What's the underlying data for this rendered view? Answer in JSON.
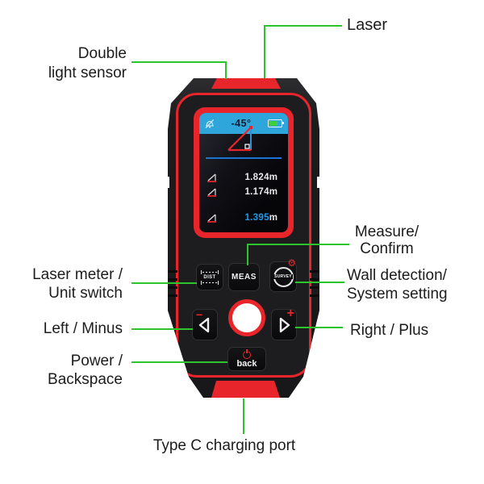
{
  "callouts": {
    "laser": {
      "label": "Laser"
    },
    "double_light_sensor": {
      "line1": "Double",
      "line2": "light sensor"
    },
    "laser_meter": {
      "line1": "Laser meter /",
      "line2": "Unit switch"
    },
    "left_minus": {
      "label": "Left / Minus"
    },
    "power_backspace": {
      "line1": "Power /",
      "line2": "Backspace"
    },
    "measure_confirm": {
      "line1": "Measure/",
      "line2": "Confirm"
    },
    "wall_detection": {
      "line1": "Wall detection/",
      "line2": "System setting"
    },
    "right_plus": {
      "label": "Right / Plus"
    },
    "type_c": {
      "label": "Type C charging port"
    }
  },
  "screen": {
    "angle": "-45°",
    "rows": [
      {
        "value": "1.824",
        "unit": "m"
      },
      {
        "value": "1.174",
        "unit": "m"
      },
      {
        "value": "1.395",
        "unit": "m"
      }
    ]
  },
  "buttons": {
    "dist": "DIST",
    "meas": "MEAS",
    "survey": "SURVEY",
    "back": "back"
  },
  "icons": {
    "gear": "⚙",
    "minus": "−",
    "plus": "+"
  },
  "colors": {
    "callout_green": "#2cc42c",
    "device_red": "#e8252b",
    "statusbar_blue": "#2fa6db",
    "value_blue": "#1e9be8",
    "battery_green": "#3ecf3e"
  }
}
